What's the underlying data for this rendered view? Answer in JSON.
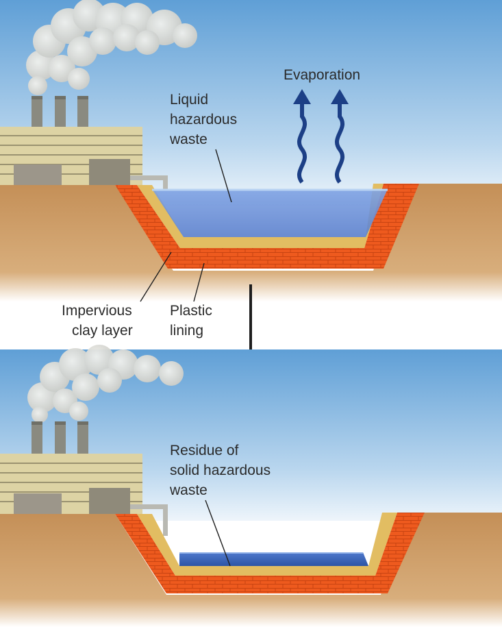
{
  "labels": {
    "evaporation": "Evaporation",
    "liquid_waste": [
      "Liquid",
      "hazardous",
      "waste"
    ],
    "clay_layer": [
      "Impervious",
      "clay layer"
    ],
    "plastic_lining": [
      "Plastic",
      "lining"
    ],
    "residue": [
      "Residue of",
      "solid hazardous",
      "waste"
    ]
  },
  "colors": {
    "sky_top": "#5f9fd6",
    "sky_bottom": "#e8f2fa",
    "ground": "#c99860",
    "ground_dark": "#b98a55",
    "clay": "#ee5a1e",
    "clay_mortar": "#c84412",
    "plastic": "#e2bd62",
    "water": "#6d90d6",
    "water_dark": "#3d63b8",
    "arrow": "#1c3f86",
    "smoke": "#d9d9d4"
  }
}
